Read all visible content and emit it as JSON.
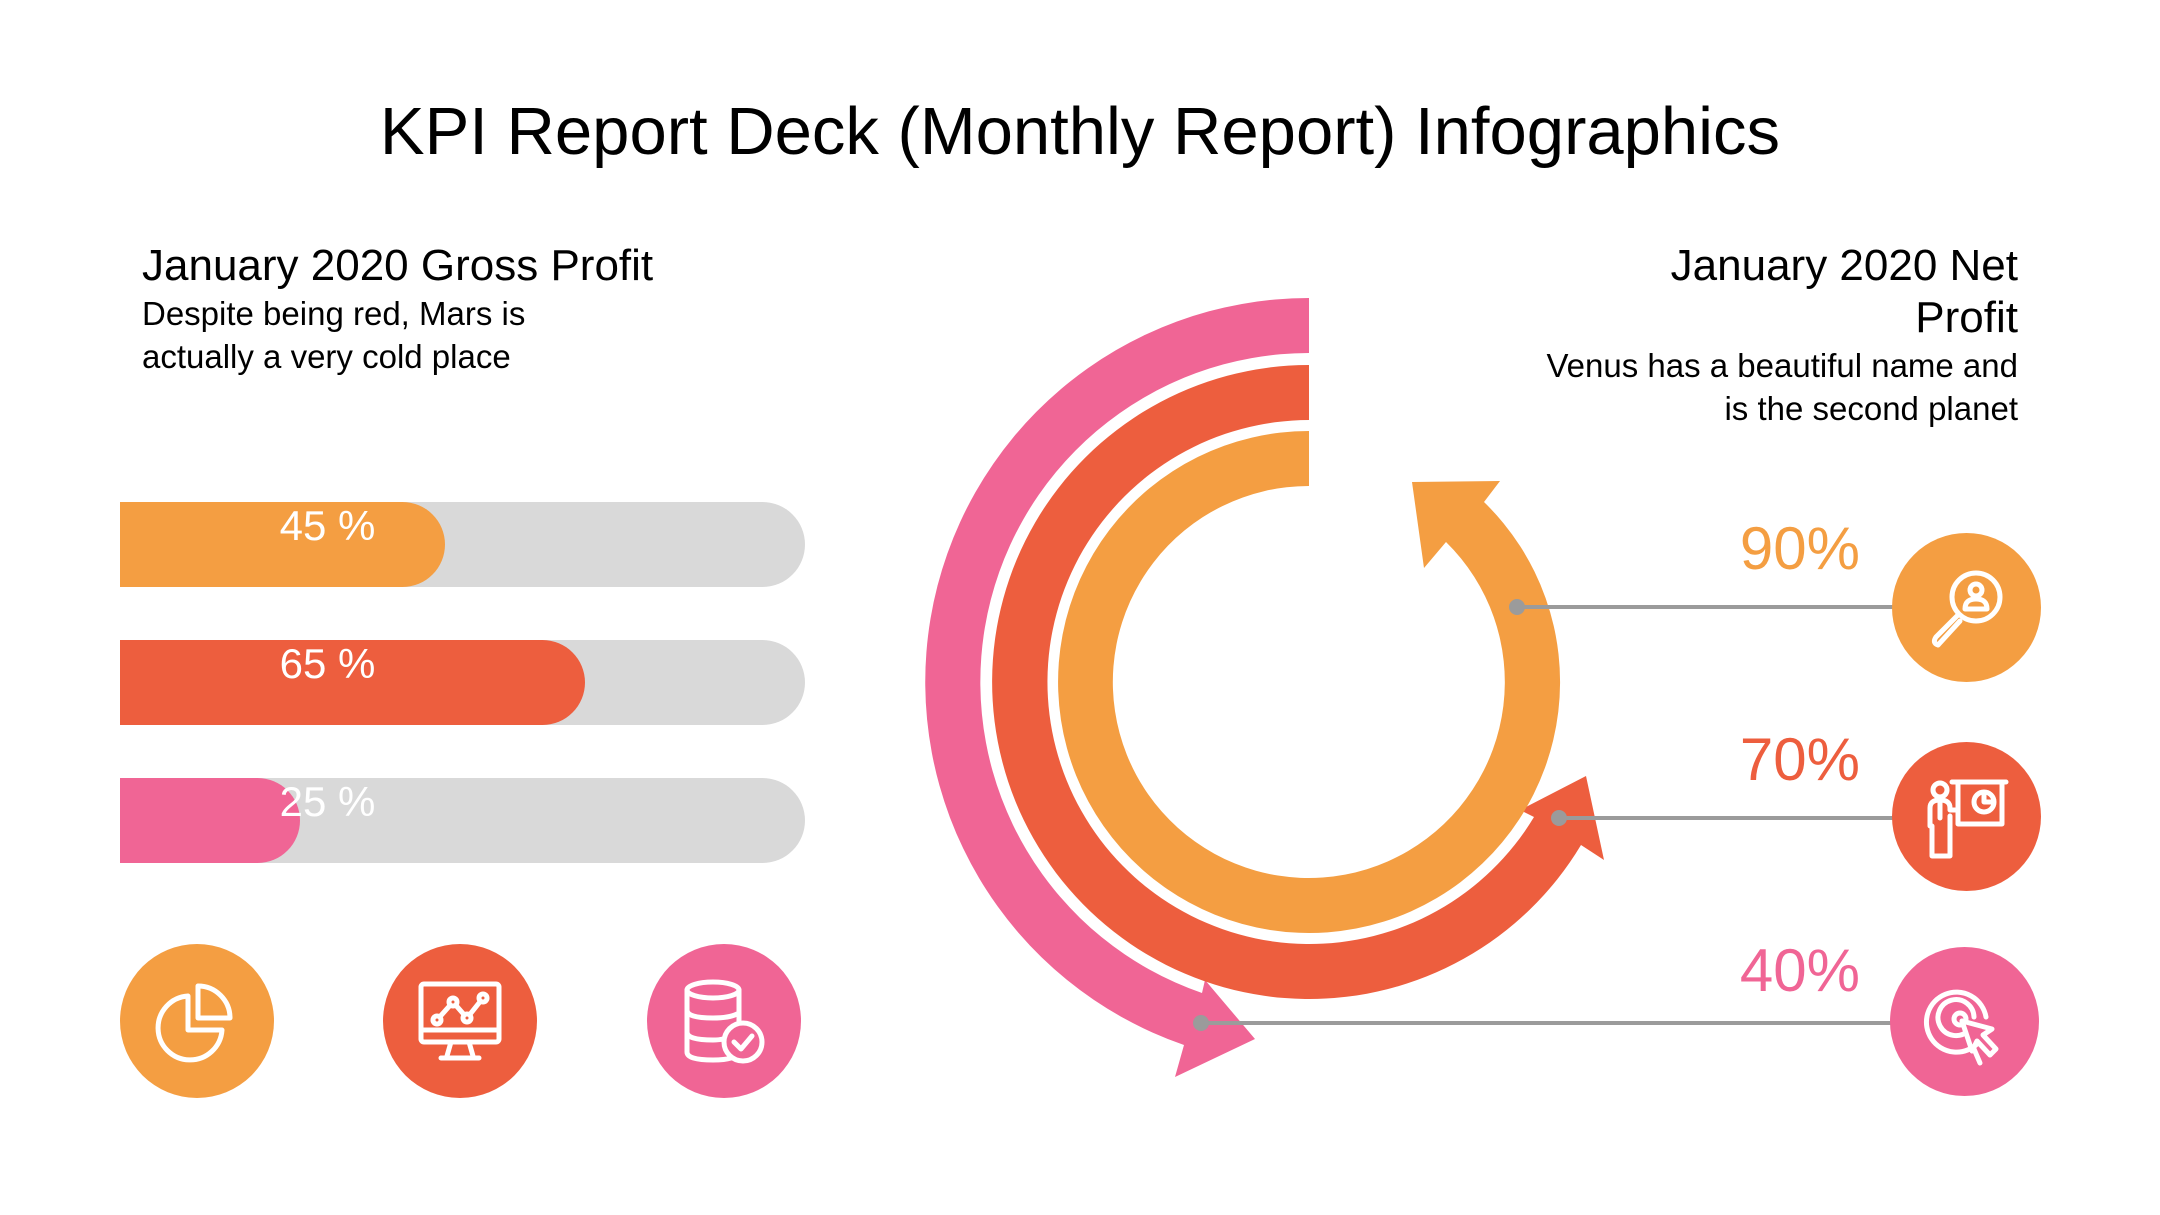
{
  "title": "KPI Report Deck (Monthly Report) Infographics",
  "colors": {
    "orange": "#f49e42",
    "red": "#ed5e3e",
    "pink": "#f06595",
    "track": "#d9d9d9",
    "connector": "#9b9b9b"
  },
  "gross_profit": {
    "heading": "January 2020 Gross Profit",
    "description": "Despite being red, Mars is actually a very cold place",
    "bars": [
      {
        "label": "45 %",
        "value": 45,
        "color": "orange"
      },
      {
        "label": "65 %",
        "value": 65,
        "color": "red"
      },
      {
        "label": "25 %",
        "value": 25,
        "color": "pink"
      }
    ],
    "icons": [
      {
        "icon": "pie-chart-icon",
        "color": "orange"
      },
      {
        "icon": "monitor-line-chart-icon",
        "color": "red"
      },
      {
        "icon": "database-check-icon",
        "color": "pink"
      }
    ]
  },
  "net_profit": {
    "heading": "January 2020 Net Profit",
    "description": "Venus has a beautiful name and is the second planet",
    "items": [
      {
        "label": "90%",
        "value": 90,
        "color": "orange",
        "icon": "search-user-icon"
      },
      {
        "label": "70%",
        "value": 70,
        "color": "red",
        "icon": "presentation-icon"
      },
      {
        "label": "40%",
        "value": 40,
        "color": "pink",
        "icon": "target-click-icon"
      }
    ]
  },
  "chart_data": [
    {
      "type": "bar",
      "title": "January 2020 Gross Profit",
      "orientation": "horizontal",
      "categories": [
        "Orange",
        "Red",
        "Pink"
      ],
      "values": [
        45,
        65,
        25
      ],
      "unit": "%",
      "ylim": [
        0,
        100
      ]
    },
    {
      "type": "radial-arc",
      "title": "January 2020 Net Profit",
      "categories": [
        "Orange (inner)",
        "Red (middle)",
        "Pink (outer)"
      ],
      "values": [
        90,
        70,
        40
      ],
      "unit": "%"
    }
  ]
}
